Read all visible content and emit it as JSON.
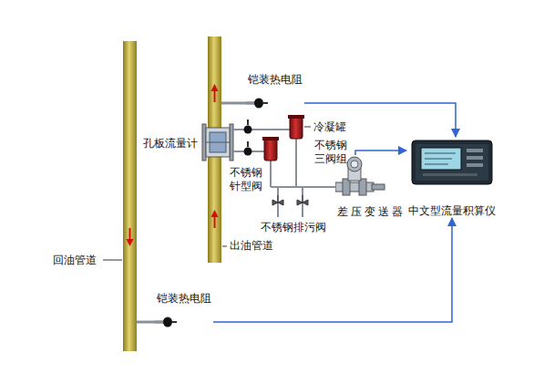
{
  "diagram": {
    "nodes": [
      {
        "text": [
          "铠装热电阻"
        ]
      },
      {
        "text": [
          "铠装热电阻"
        ]
      },
      {
        "text": [
          "差压变送器"
        ]
      },
      {
        "text": [
          "中文型流量积算仪"
        ]
      }
    ],
    "edges": [
      {
        "from": 0,
        "to": 3,
        "arrow": "to"
      },
      {
        "from": 2,
        "to": 3,
        "arrow": "to"
      },
      {
        "from": 1,
        "to": 3,
        "arrow": "to"
      }
    ],
    "labels": [
      "冷凝罐",
      "孔板流量计",
      "不锈钢 三阀组",
      "不锈钢 针型阀",
      "不锈钢排污阀",
      "出油管道",
      "回油管道"
    ]
  }
}
